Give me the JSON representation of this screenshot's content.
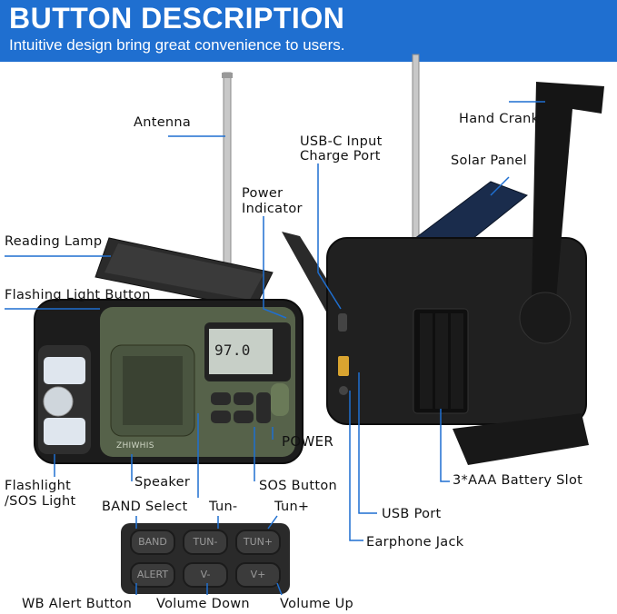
{
  "header": {
    "title": "BUTTON DESCRIPTION",
    "subtitle": "Intuitive design bring great convenience to users."
  },
  "labels": {
    "antenna": "Antenna",
    "reading_lamp": "Reading Lamp",
    "flashing_light_button": "Flashing Light Button",
    "power_indicator_1": "Power",
    "power_indicator_2": "Indicator",
    "usbc_1": "USB-C Input",
    "usbc_2": "Charge Port",
    "solar_panel": "Solar Panel",
    "hand_crank": "Hand Crank",
    "power": "POWER",
    "flashlight_1": "Flashlight",
    "flashlight_2": "/SOS Light",
    "speaker": "Speaker",
    "sos_button": "SOS Button",
    "band_select": "BAND Select",
    "tun_minus": "Tun-",
    "tun_plus": "Tun+",
    "usb_port": "USB Port",
    "earphone_jack": "Earphone Jack",
    "battery_slot": "3*AAA Battery Slot",
    "wb_alert": "WB Alert Button",
    "volume_down": "Volume Down",
    "volume_up": "Volume Up"
  },
  "device": {
    "display_reading": "97.0",
    "brand_text": "ZHIWHIS"
  },
  "keypad": {
    "band": "BAND",
    "tun_minus": "TUN-",
    "tun_plus": "TUN+",
    "alert": "ALERT",
    "v_minus": "V-",
    "v_plus": "V+"
  },
  "colors": {
    "header_bg": "#1f6fd0",
    "leader_line": "#1f6fd0",
    "body_green": "#56624a"
  }
}
